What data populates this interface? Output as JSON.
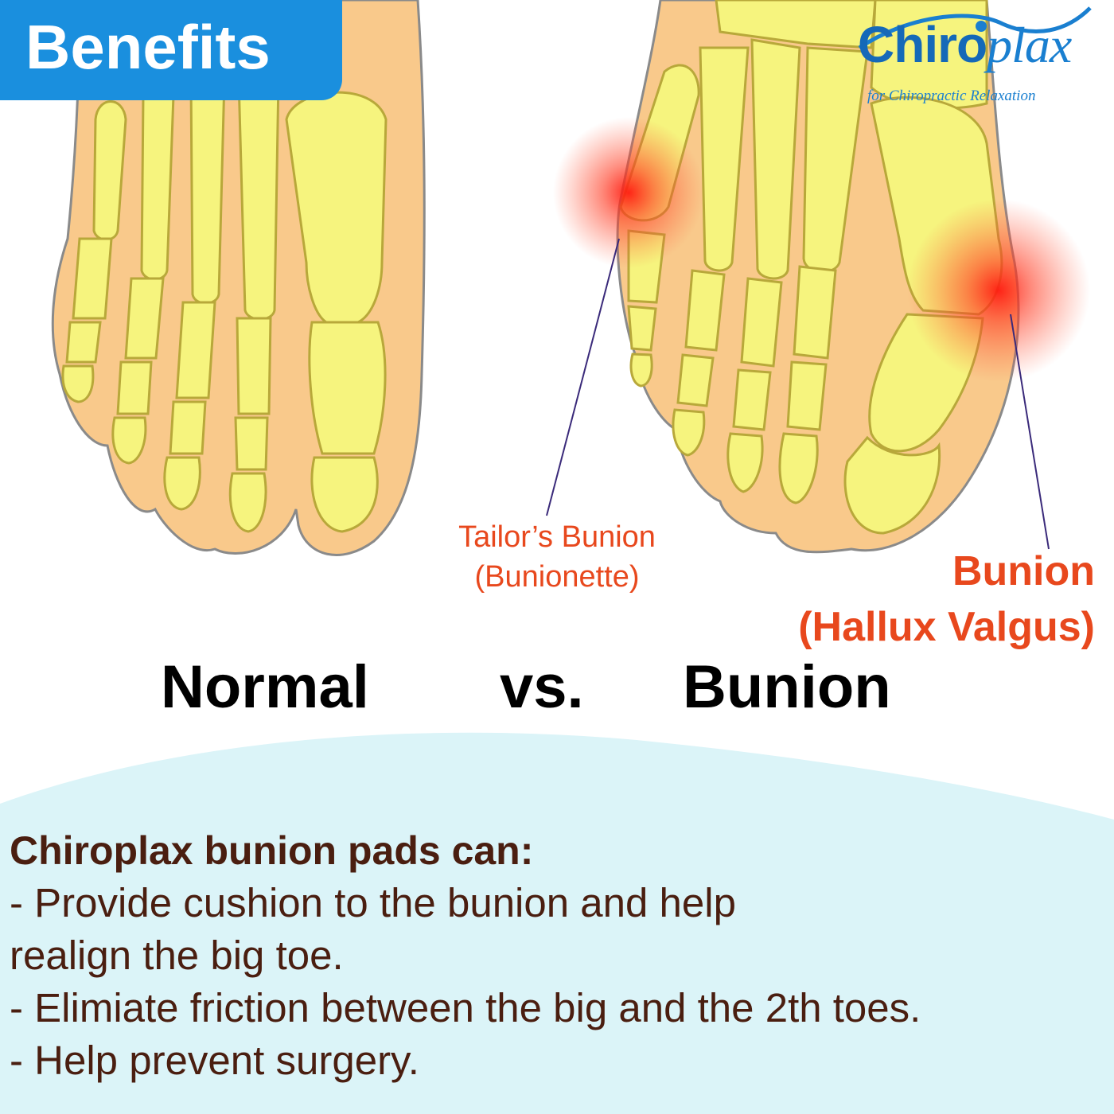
{
  "badge": {
    "label": "Benefits"
  },
  "logo": {
    "word_part1": "Chiro",
    "word_part2": "plax",
    "tagline": "for Chiropractic Relaxation"
  },
  "diagram": {
    "tailor_label": [
      "Tailor’s Bunion",
      "(Bunionette)"
    ],
    "bunion_label": [
      "Bunion",
      "(Hallux Valgus)"
    ]
  },
  "comparison": {
    "left": "Normal",
    "middle": "vs.",
    "right": "Bunion"
  },
  "benefits": {
    "title": "Chiroplax bunion pads can:",
    "items": [
      "- Provide cushion to the bunion and help\n  realign the big toe.",
      "- Elimiate friction between the big and the 2th toes.",
      "- Help prevent surgery."
    ]
  },
  "colors": {
    "badge": "#1a8fde",
    "skin": "#f9c98b",
    "bone": "#f6f47e",
    "bone_outline": "#b8a83a",
    "accent_label": "#e8481d",
    "benefit_text": "#4a1e10",
    "wave": "#dbf4f8",
    "pain_glow": "#ff1a10"
  }
}
